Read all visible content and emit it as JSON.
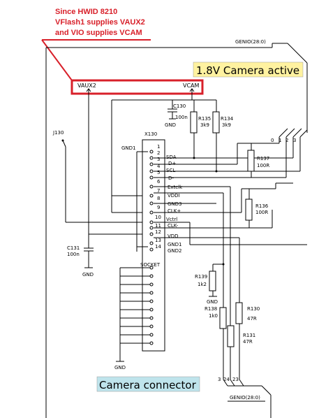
{
  "note": {
    "line1": "Since HWID 8210",
    "line2": "VFlash1 supplies VAUX2",
    "line3": "and VIO supplies VCAM",
    "color": "#d8202a"
  },
  "banner_camera_active": "1.8V Camera active",
  "banner_camera_connector": "Camera connector",
  "rails": {
    "vaux2": "VAUX2",
    "vcam": "VCAM"
  },
  "bus": {
    "top": "GENIO(28:0)",
    "bottom": "GENIO(28:0)",
    "top_indices": [
      "0",
      "1",
      "2",
      "3"
    ],
    "bottom_indices": [
      "3",
      "24",
      "23"
    ]
  },
  "connector": {
    "ref": "X130",
    "socket": "SOCKET",
    "pins": [
      {
        "num": "1",
        "name": ""
      },
      {
        "num": "2",
        "name": "SDA"
      },
      {
        "num": "3",
        "name": "D+"
      },
      {
        "num": "4",
        "name": "SCL"
      },
      {
        "num": "5",
        "name": "D-"
      },
      {
        "num": "6",
        "name": "Extclk"
      },
      {
        "num": "7",
        "name": "VDDI"
      },
      {
        "num": "8",
        "name": "GND3"
      },
      {
        "num": "9",
        "name": "CLK+"
      },
      {
        "num": "10",
        "name": "Vctrl"
      },
      {
        "num": "11",
        "name": "CLK-"
      },
      {
        "num": "12",
        "name": "VDD"
      },
      {
        "num": "13",
        "name": "GND1"
      },
      {
        "num": "14",
        "name": "GND2"
      }
    ]
  },
  "labels": {
    "gnd1": "GND1",
    "j130": "J130",
    "gnd": "GND"
  },
  "components": {
    "c130": {
      "ref": "C130",
      "value": "100n"
    },
    "c131": {
      "ref": "C131",
      "value": "100n"
    },
    "r135": {
      "ref": "R135",
      "value": "3k9"
    },
    "r134": {
      "ref": "R134",
      "value": "3k9"
    },
    "r137": {
      "ref": "R137",
      "value": "100R"
    },
    "r136": {
      "ref": "R136",
      "value": "100R"
    },
    "r139": {
      "ref": "R139",
      "value": "1k2"
    },
    "r138": {
      "ref": "R138",
      "value": "1k0"
    },
    "r130": {
      "ref": "R130",
      "value": "47R"
    },
    "r131": {
      "ref": "R131",
      "value": "47R"
    }
  },
  "colors": {
    "note_red": "#d8202a",
    "banner_yellow": "#fff2a0",
    "banner_cyan": "#bfe4ec",
    "wire": "#000000"
  }
}
